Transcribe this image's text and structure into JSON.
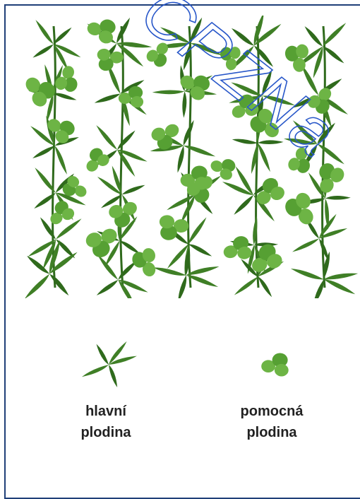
{
  "watermark": {
    "text": "CPZNa"
  },
  "colors": {
    "main_crop": "#3f7f26",
    "main_crop_dark": "#2f6a1c",
    "helper_crop": "#6db445",
    "helper_crop_dark": "#56a033",
    "frame": "#1f3f78",
    "watermark_stroke": "#2857c9"
  },
  "legend": {
    "main": {
      "line1": "hlavní",
      "line2": "plodina"
    },
    "helper": {
      "line1": "pomocná",
      "line2": "plodina"
    }
  },
  "icons": {
    "main": "main-crop-plant-icon",
    "helper": "helper-crop-clover-icon"
  }
}
